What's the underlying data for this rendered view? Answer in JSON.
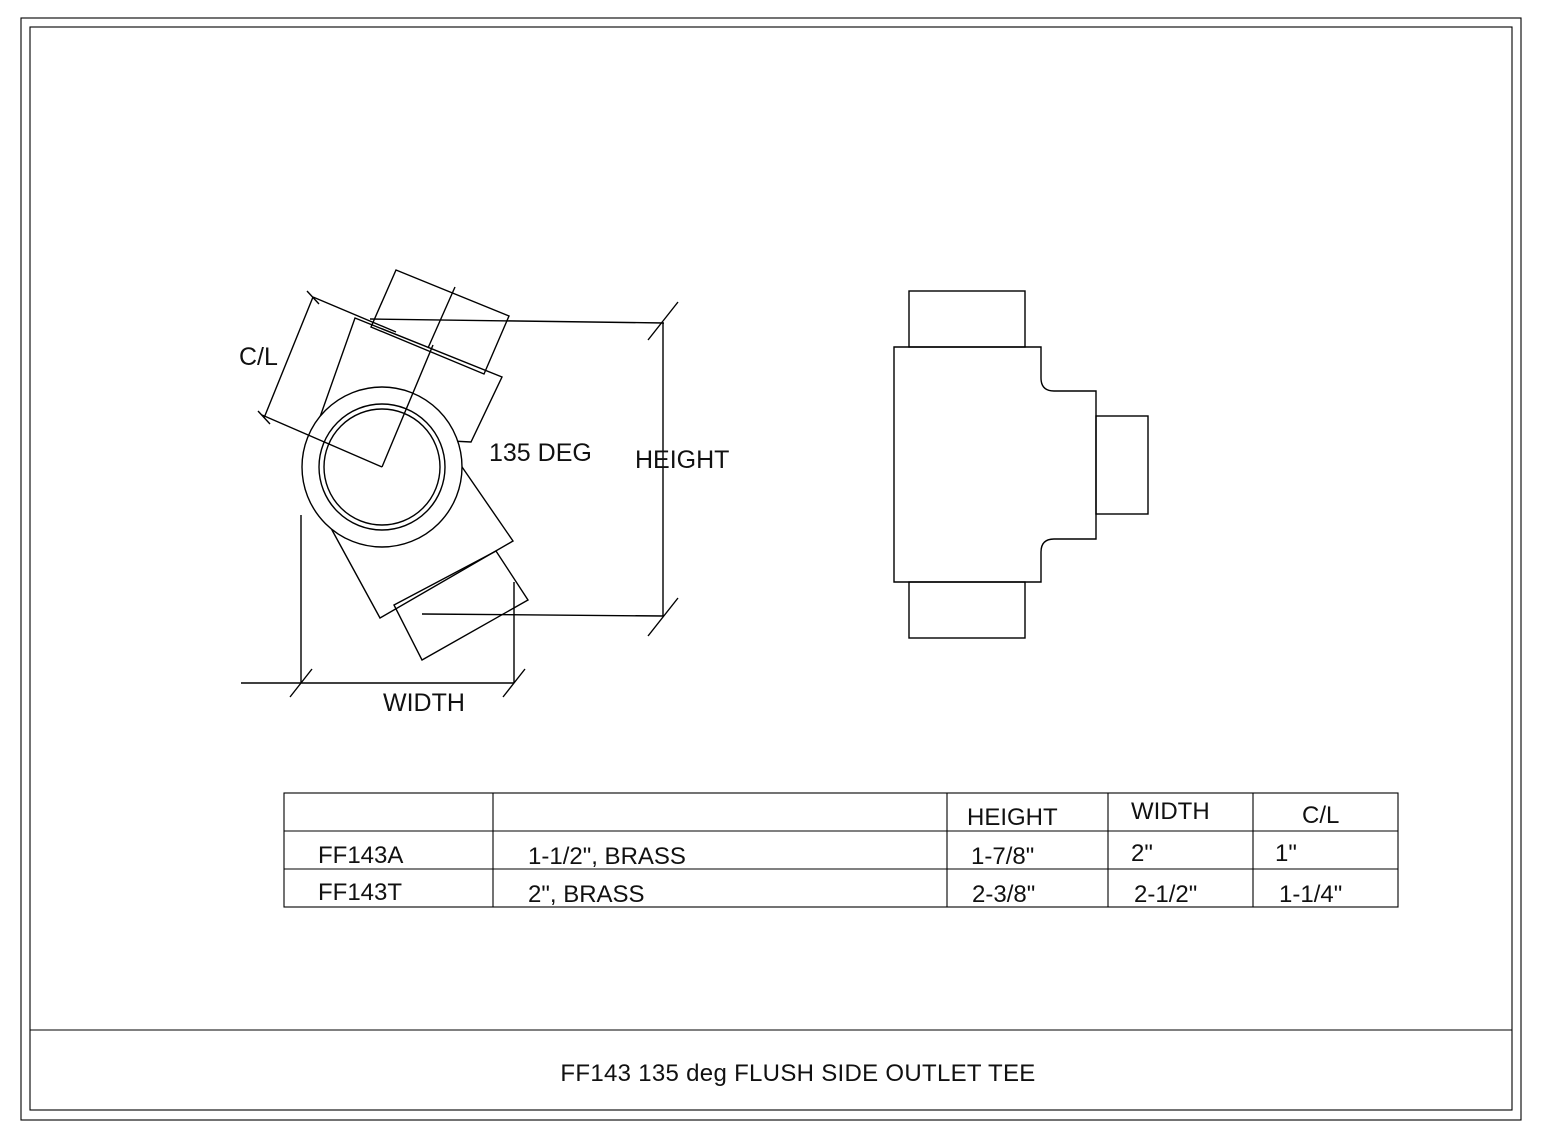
{
  "drawing": {
    "title": "FF143 135 deg FLUSH SIDE OUTLET TEE",
    "labels": {
      "centerline": "C/L",
      "angle": "135 DEG",
      "height": "HEIGHT",
      "width": "WIDTH"
    }
  },
  "table": {
    "headers": [
      "",
      "",
      "HEIGHT",
      "WIDTH",
      "C/L"
    ],
    "rows": [
      {
        "part": "FF143A",
        "description": "1-1/2\", BRASS",
        "height": "1-7/8\"",
        "width": "2\"",
        "cl": "1\""
      },
      {
        "part": "FF143T",
        "description": "2\", BRASS",
        "height": "2-3/8\"",
        "width": "2-1/2\"",
        "cl": "1-1/4\""
      }
    ]
  }
}
